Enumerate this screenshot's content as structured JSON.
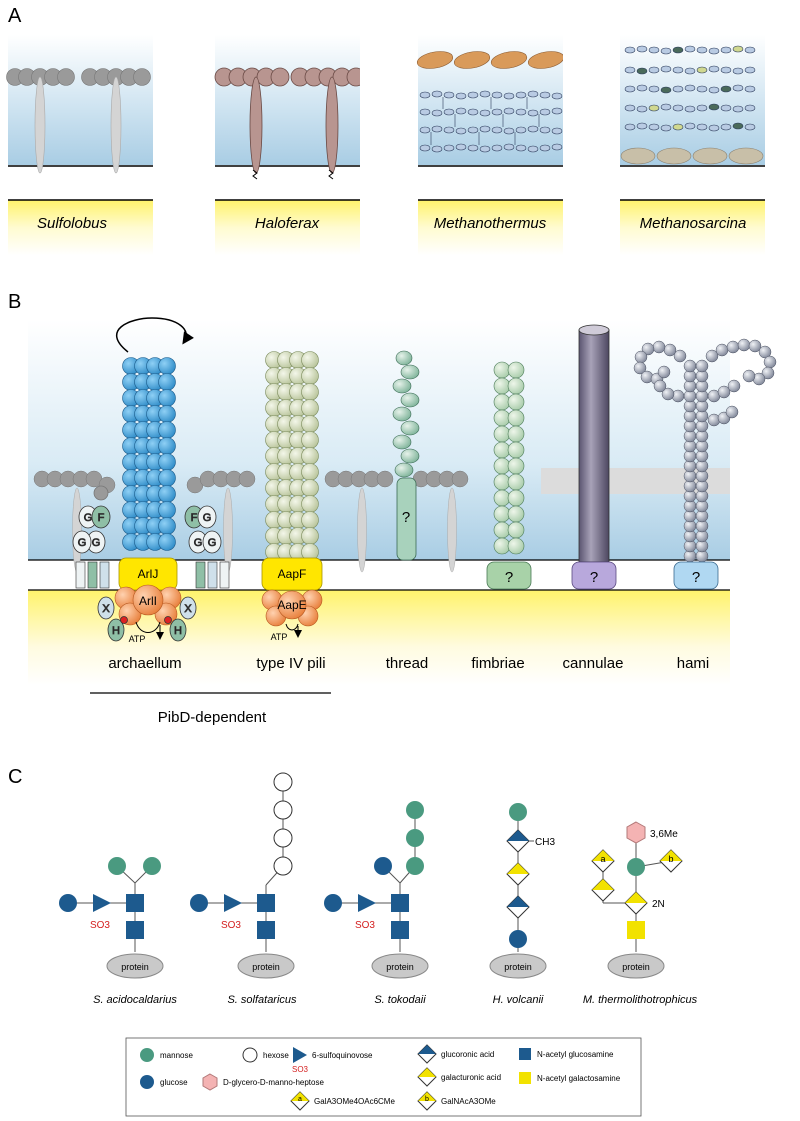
{
  "panels": {
    "A": {
      "label": "A",
      "organisms": [
        "Sulfolobus",
        "Haloferax",
        "Methanothermus",
        "Methanosarcina"
      ]
    },
    "B": {
      "label": "B",
      "structures": [
        "archaellum",
        "type IV pili",
        "thread",
        "fimbriae",
        "cannulae",
        "hami"
      ],
      "group_label": "PibD-dependent",
      "proteins": {
        "arlj": "ArlJ",
        "arli": "ArlI",
        "aapf": "AapF",
        "aape": "AapE",
        "f": "F",
        "g": "G",
        "x": "X",
        "h": "H",
        "atp": "ATP",
        "unknown": "?"
      }
    },
    "C": {
      "label": "C",
      "species": [
        "S. acidocaldarius",
        "S. solfataricus",
        "S. tokodaii",
        "H. volcanii",
        "M. thermolithotrophicus"
      ],
      "protein_label": "protein",
      "so3": "SO3",
      "ch3": "CH3",
      "mod_36me": "3,6Me",
      "mod_2n": "2N",
      "mark_a": "a",
      "mark_b": "b"
    }
  },
  "legend": {
    "items": [
      {
        "key": "mannose",
        "label": "mannose"
      },
      {
        "key": "hexose",
        "label": "hexose"
      },
      {
        "key": "sulfoquinovose",
        "label": "6-sulfoquinovose"
      },
      {
        "key": "glucoronic",
        "label": "glucoronic acid"
      },
      {
        "key": "glcnac",
        "label": "N-acetyl glucosamine"
      },
      {
        "key": "glucose",
        "label": "glucose"
      },
      {
        "key": "heptose",
        "label": "D-glycero-D-manno-heptose"
      },
      {
        "key": "galacturonic",
        "label": "galacturonic acid"
      },
      {
        "key": "galnac",
        "label": "N-acetyl galactosamine"
      },
      {
        "key": "gala3ome",
        "label": "GalA3OMe4OAc6CMe"
      },
      {
        "key": "galnaca3ome",
        "label": "GalNAcA3OMe"
      }
    ],
    "so3": "SO3",
    "mark_a": "a",
    "mark_b": "b"
  },
  "colors": {
    "mannose": "#4a9a80",
    "glucose": "#1d5a8e",
    "blue_sugar": "#1d5a8e",
    "yellow": "#f2e200",
    "heptose": "#f4b3b3",
    "archaellin": "#4aa3d9",
    "pilin": "#d6e0c0",
    "slayer_gray": "#9a9a9a",
    "halo_brown": "#b89590",
    "orange_protein": "#f29a5a",
    "yellow_protein": "#ffe600",
    "cannula": "#7e7890",
    "ham": "#9aa0b0",
    "so3_red": "#d42020"
  }
}
